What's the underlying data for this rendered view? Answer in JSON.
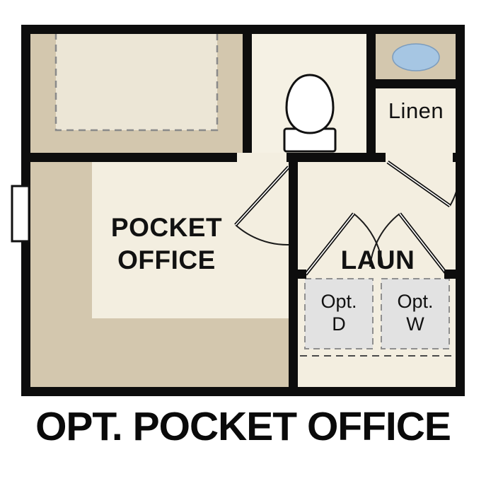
{
  "title": "OPT. POCKET OFFICE",
  "rooms": {
    "pocket_office_label": "POCKET\nOFFICE",
    "laundry_label": "LAUN",
    "linen_label": "Linen"
  },
  "appliances": {
    "dryer_label": "Opt.\nD",
    "washer_label": "Opt.\nW"
  },
  "colors": {
    "wall": "#0d0d0d",
    "floor_tan": "#d3c7ae",
    "floor_light": "#f3eee0",
    "optional_area_fill": "#ece6d6",
    "appliance_fill": "#e2e2e2",
    "appliance_dash": "#8f8f8f",
    "sink_blue": "#a6c6e3"
  }
}
